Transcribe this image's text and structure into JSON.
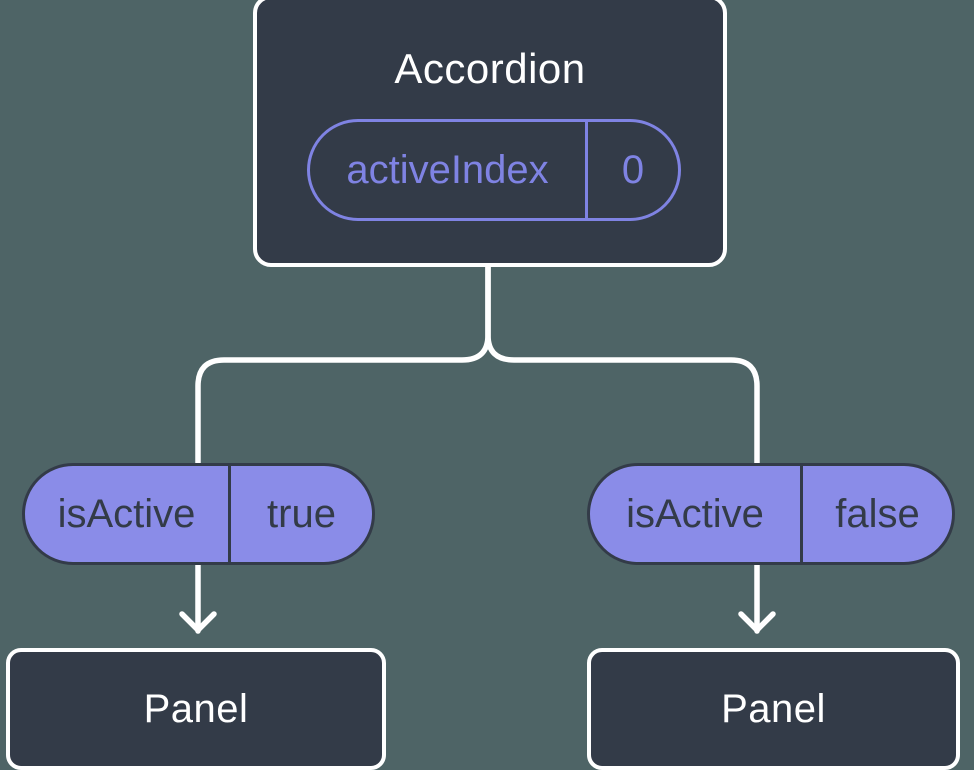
{
  "colors": {
    "background": "#4E6466",
    "node_fill": "#333B48",
    "node_border": "#FFFFFF",
    "pill_fill": "#8A8CE8",
    "pill_border": "#333B48",
    "accent_purple": "#7F83E3",
    "text_light": "#FFFFFF",
    "text_dark": "#333B48",
    "connector": "#FFFFFF"
  },
  "diagram": {
    "root": {
      "title": "Accordion",
      "state": {
        "name": "activeIndex",
        "value": "0"
      }
    },
    "props": [
      {
        "name": "isActive",
        "value": "true"
      },
      {
        "name": "isActive",
        "value": "false"
      }
    ],
    "children": [
      {
        "title": "Panel"
      },
      {
        "title": "Panel"
      }
    ]
  }
}
